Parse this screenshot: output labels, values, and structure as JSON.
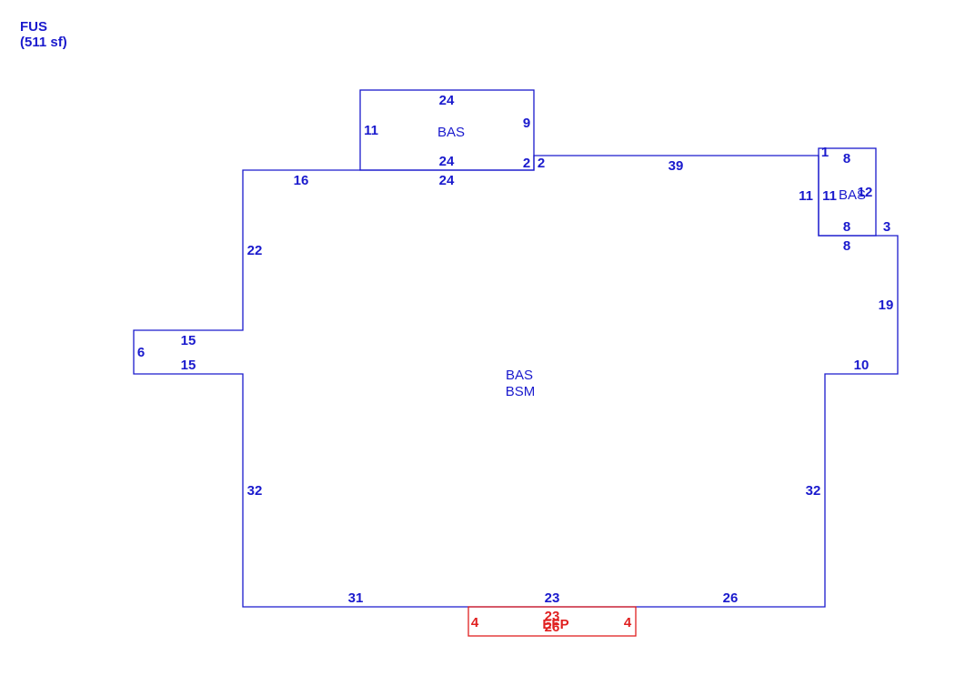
{
  "header": {
    "area_code": "FUS",
    "area_size": "(511 sf)"
  },
  "main_area": {
    "code": "BAS",
    "subcode": "BSM",
    "dims": {
      "left_top": "16",
      "left_upper": "22",
      "notch_top": "15",
      "notch_side": "6",
      "notch_bottom": "15",
      "left_lower": "32",
      "bottom_left": "31",
      "bottom_mid": "23",
      "bottom_right": "26",
      "right_lower": "32",
      "right_step": "10",
      "right_upper": "19",
      "right_jog": "3",
      "right_top_under": "8",
      "top_long": "39",
      "top_jog": "2",
      "top_under_wing": "24"
    }
  },
  "top_wing": {
    "code": "BAS",
    "dims": {
      "top": "24",
      "left": "11",
      "right": "9",
      "bottom": "24",
      "jog": "2"
    }
  },
  "right_wing": {
    "code": "BAS",
    "dims": {
      "top": "8",
      "left": "11",
      "left_inner": "11",
      "right": "12",
      "bottom": "8",
      "corner": "1"
    }
  },
  "porch": {
    "code": "EFP",
    "dims": {
      "left": "4",
      "right": "4",
      "top": "23",
      "bottom": "26"
    }
  },
  "colors": {
    "outline": "#1a1acd",
    "porch": "#e02020"
  }
}
